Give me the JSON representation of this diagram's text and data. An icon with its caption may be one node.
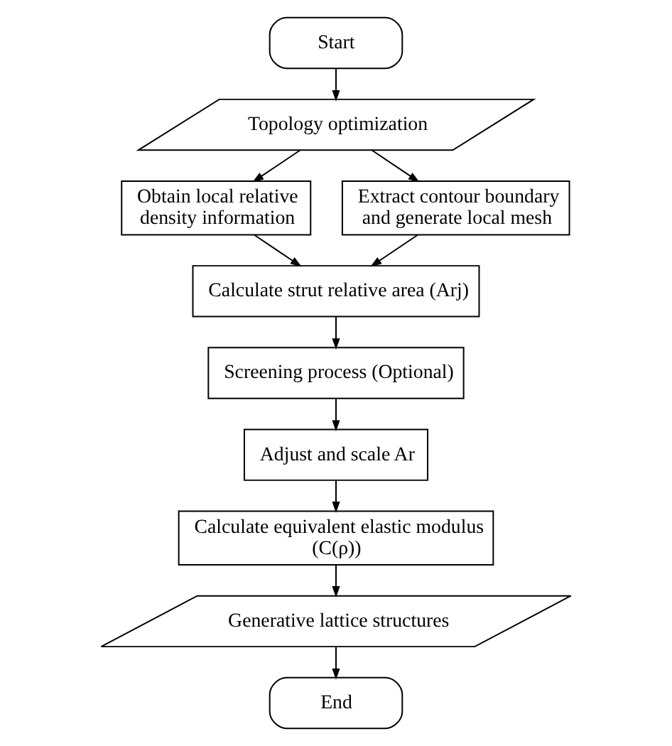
{
  "diagram": {
    "nodes": [
      {
        "text": [
          "Start"
        ]
      },
      {
        "text": [
          "Topology optimization"
        ]
      },
      {
        "text": [
          "Obtain local relative density information"
        ]
      },
      {
        "text": [
          "Extract contour boundary and generate local mesh"
        ]
      },
      {
        "text": [
          "Calculate strut relative area (Arj)"
        ]
      },
      {
        "text": [
          "Screening process (Optional)"
        ]
      },
      {
        "text": [
          "Adjust and scale Ar"
        ]
      },
      {
        "text": [
          "Calculate equivalent elastic modulus (C(ρ))"
        ]
      },
      {
        "text": [
          "Generative lattice structures"
        ]
      },
      {
        "text": [
          "End"
        ]
      }
    ],
    "edges": [
      {
        "from": 0,
        "to": 1,
        "arrow": "to"
      },
      {
        "from": 1,
        "to": 2,
        "arrow": "to"
      },
      {
        "from": 1,
        "to": 3,
        "arrow": "to"
      },
      {
        "from": 2,
        "to": 4,
        "arrow": "to"
      },
      {
        "from": 3,
        "to": 4,
        "arrow": "to"
      },
      {
        "from": 4,
        "to": 5,
        "arrow": "to"
      },
      {
        "from": 5,
        "to": 6,
        "arrow": "to"
      },
      {
        "from": 6,
        "to": 7,
        "arrow": "to"
      },
      {
        "from": 7,
        "to": 8,
        "arrow": "to"
      },
      {
        "from": 8,
        "to": 9,
        "arrow": "to"
      }
    ]
  }
}
